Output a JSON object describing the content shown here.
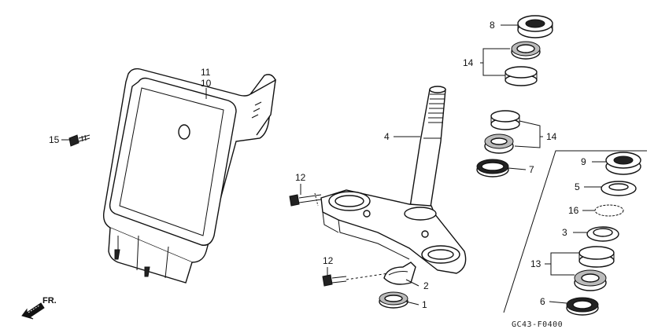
{
  "callouts": {
    "c11": "11",
    "c10": "10",
    "c15": "15",
    "c4": "4",
    "c12a": "12",
    "c12b": "12",
    "c2": "2",
    "c1": "1",
    "c8": "8",
    "c14a": "14",
    "c14b": "14",
    "c7": "7",
    "c9": "9",
    "c5": "5",
    "c16": "16",
    "c3": "3",
    "c13": "13",
    "c6": "6"
  },
  "front_marker": "FR.",
  "diagram_code": "GC43-F0400"
}
